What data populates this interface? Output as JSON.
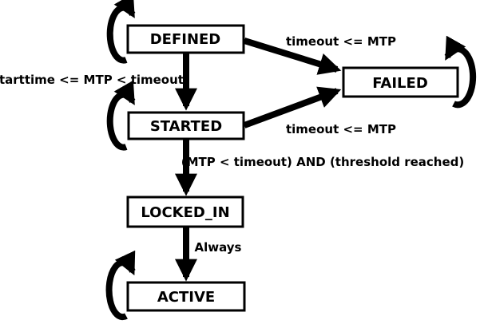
{
  "diagram": {
    "type": "state-machine",
    "background_color": "#ffffff",
    "line_color": "#000000",
    "box_fill_color": "#ffffff",
    "text_color": "#000000",
    "states": {
      "defined": {
        "label": "DEFINED",
        "has_self_loop": true
      },
      "started": {
        "label": "STARTED",
        "has_self_loop": true
      },
      "failed": {
        "label": "FAILED",
        "has_self_loop": true
      },
      "locked_in": {
        "label": "LOCKED_IN",
        "has_self_loop": false
      },
      "active": {
        "label": "ACTIVE",
        "has_self_loop": true
      }
    },
    "transitions": {
      "defined_to_failed": {
        "from": "DEFINED",
        "to": "FAILED",
        "label": "timeout <= MTP"
      },
      "defined_to_started": {
        "from": "DEFINED",
        "to": "STARTED",
        "label": "starttime <= MTP < timeout"
      },
      "started_to_failed": {
        "from": "STARTED",
        "to": "FAILED",
        "label": "timeout <= MTP"
      },
      "started_to_locked_in": {
        "from": "STARTED",
        "to": "LOCKED_IN",
        "label": "(MTP < timeout) AND (threshold reached)"
      },
      "locked_in_to_active": {
        "from": "LOCKED_IN",
        "to": "ACTIVE",
        "label": "Always"
      },
      "defined_self": {
        "from": "DEFINED",
        "to": "DEFINED",
        "label": ""
      },
      "started_self": {
        "from": "STARTED",
        "to": "STARTED",
        "label": ""
      },
      "failed_self": {
        "from": "FAILED",
        "to": "FAILED",
        "label": ""
      },
      "active_self": {
        "from": "ACTIVE",
        "to": "ACTIVE",
        "label": ""
      }
    }
  }
}
